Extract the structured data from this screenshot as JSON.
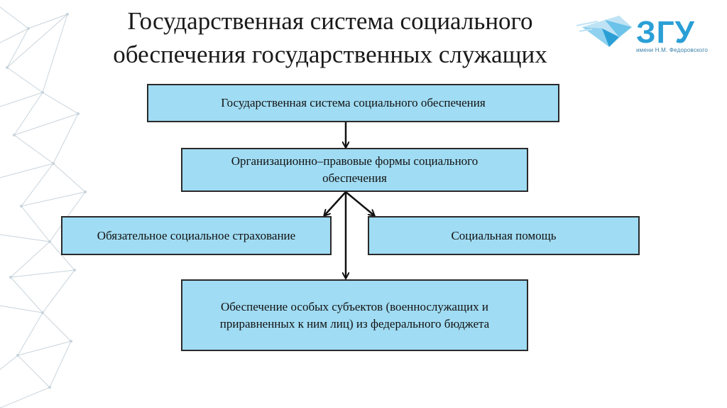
{
  "slide": {
    "title_line1": "Государственная система социального",
    "title_line2": "обеспечения государственных служащих"
  },
  "logo": {
    "mark": "ЗГУ",
    "caption": "имени Н.М. Федоровского",
    "color": "#2a9fd6"
  },
  "diagram": {
    "box_fill": "#a0dcf3",
    "nodes": {
      "root": "Государственная система социального обеспечения",
      "forms": "Организационно–правовые формы социального обеспечения",
      "insurance": "Обязательное социальное страхование",
      "assistance": "Социальная помощь",
      "special": "Обеспечение особых субъектов (военнослужащих и приравненных к ним лиц) из федерального бюджета"
    }
  }
}
